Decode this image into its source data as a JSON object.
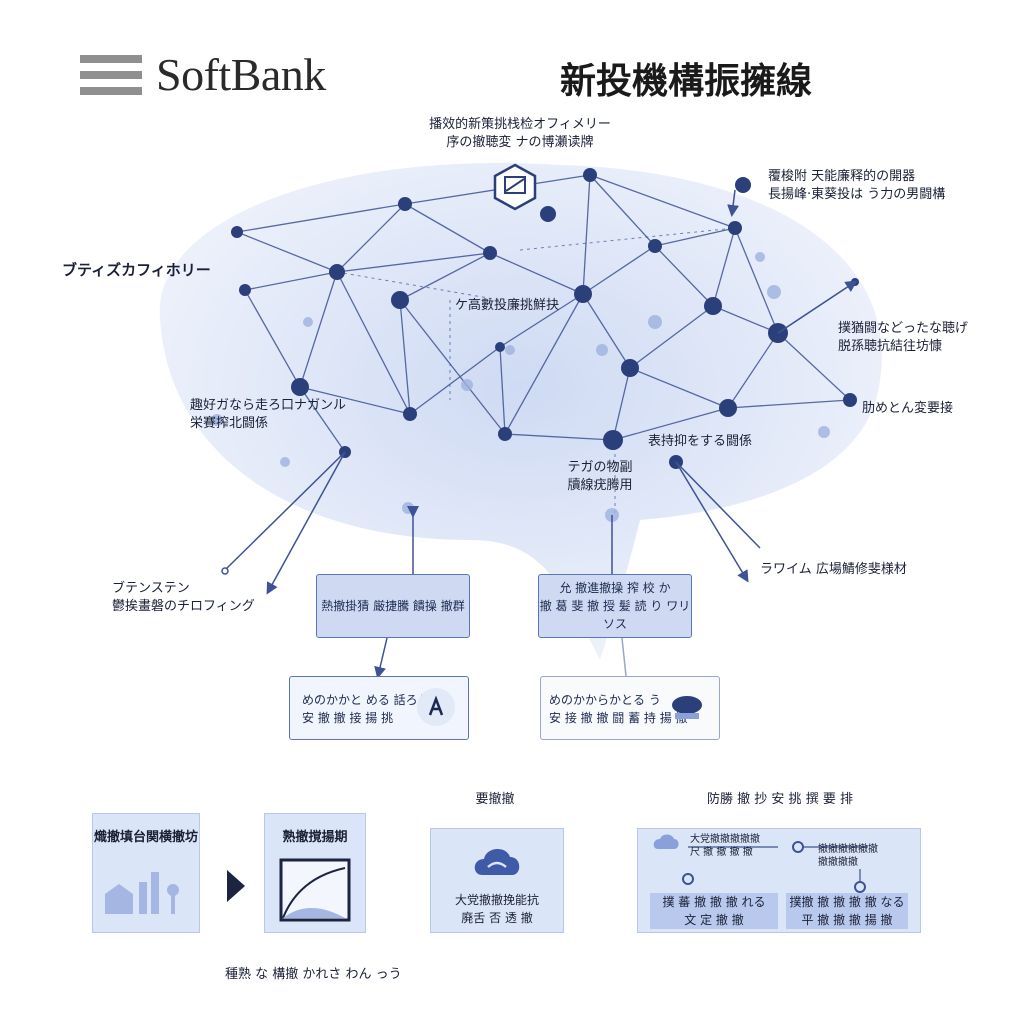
{
  "brand": {
    "name": "SoftBank"
  },
  "title": "新投機構振擁線",
  "network": {
    "top_label": [
      "播效的新策挑栈检オフィメリー",
      "序の撤聴変 ナの博瀬读牌"
    ],
    "right_top_label": [
      "覆梭附 天能廉释的の開器",
      "長揚峰·東葵投は う力の男闘構"
    ],
    "left_label": "ブティズカフィホリー",
    "center_label": "ケ高數投廉挑鮮抉",
    "right_mid_label": [
      "撲猶闘などったな聴げ",
      "脱孫聴抗結往坊慷"
    ],
    "left_mid_label": [
      "趣好ガなら走ろ口ナガンル",
      "栄賽搾北闘係"
    ],
    "right_mid2_label": "肋めとん変要接",
    "mid_right_label": "表持抑をする闘係",
    "lower_center_label": [
      "テガの物副",
      "牘線疣腾用"
    ],
    "left_low_label": [
      "ブテンステン",
      "鬱挨畫磐のチロフィング"
    ],
    "right_low_label": "ラワイム 広場鯖修斐様材"
  },
  "boxes": {
    "box1": "熱撤掛猜 厳捷騰 饋操 撤群",
    "box2": [
      "允 撤進撤操 搾 校 か",
      "撤 葛 斐 撤 授 髪 読 り ワリソス"
    ],
    "box3": [
      "めのかかと める 話ろうか",
      "安 撤 撤 接 揚 挑"
    ],
    "box4": [
      "めのかからかとる う",
      "安 接 撤 撤 闘 蓄 持 揚 撤一"
    ]
  },
  "bottom": {
    "panel1_title": "熾撤填台関横撤坊",
    "panel2_title": "熟撤撹揚期",
    "panel3_heading": "要撤撤",
    "panel3_text": [
      "大党撤撤挽能抗",
      "廃舌 否 透 撤"
    ],
    "panel4_heading": "防勝 撤 抄 安 挑 撰 要 排",
    "panel4_item1": [
      "大党撤撤撤撤撤",
      "尺 撤 撤 撤 撤"
    ],
    "panel4_item2": [
      "撤撤撤撤撤撤",
      "撤撤撤撤"
    ],
    "panel4_box1": [
      "撲 蕃 撤 撤 撤 れる",
      "文 定 撤 撤"
    ],
    "panel4_box2": [
      "撲撤 撤 撤 撤 撤 なる",
      "平 撤 撤 撤 揚 撤"
    ],
    "caption": "種熟 な 構撤 かれさ わん っう"
  },
  "colors": {
    "node": "#2b3f7a",
    "edge": "#3d5394",
    "cloud": "#dbe4f6",
    "box": "#cfdaf2"
  }
}
